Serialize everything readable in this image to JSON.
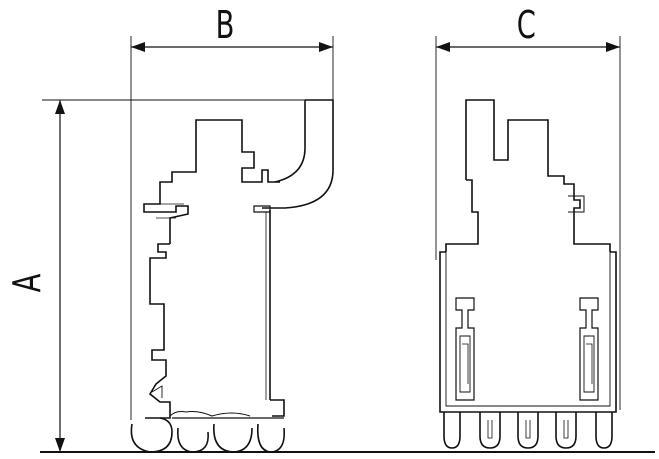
{
  "drawing": {
    "dimension_labels": {
      "a": "A",
      "b": "B",
      "c": "C"
    },
    "colors": {
      "line": "#111111",
      "background": "#ffffff"
    }
  }
}
